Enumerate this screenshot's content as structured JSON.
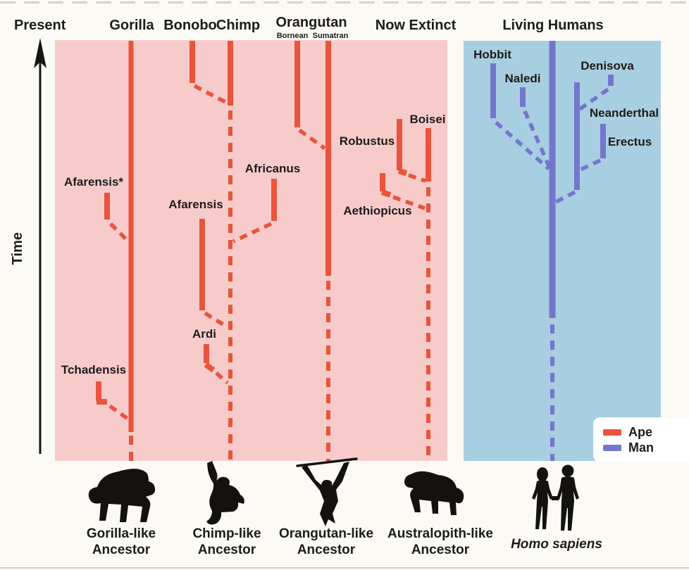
{
  "colors": {
    "ape_line": "#e8543c",
    "man_line": "#7277cc",
    "ape_bg": "#f8cbcb",
    "man_bg": "#a8cee1",
    "text": "#1d1c1a",
    "page_bg": "#fbfaf5",
    "legend_bg": "#ffffff"
  },
  "axis": {
    "present_label": "Present",
    "time_label": "Time"
  },
  "group_labels": {
    "gorilla": "Gorilla",
    "bonobo": "Bonobo",
    "chimp": "Chimp",
    "orangutan": "Orangutan",
    "bornean": "Bornean",
    "sumatran": "Sumatran",
    "now_extinct": "Now Extinct",
    "living_humans": "Living Humans"
  },
  "ape_species": {
    "afarensis_star": "Afarensis*",
    "afarensis": "Afarensis",
    "africanus": "Africanus",
    "tchadensis": "Tchadensis",
    "ardi": "Ardi",
    "robustus": "Robustus",
    "boisei": "Boisei",
    "aethiopicus": "Aethiopicus"
  },
  "human_species": {
    "hobbit": "Hobbit",
    "naledi": "Naledi",
    "denisova": "Denisova",
    "neanderthal": "Neanderthal",
    "erectus": "Erectus"
  },
  "legend": {
    "ape_label": "Ape",
    "man_label": "Man"
  },
  "ancestors": {
    "gorilla": {
      "line1": "Gorilla-like",
      "line2": "Ancestor"
    },
    "chimp": {
      "line1": "Chimp-like",
      "line2": "Ancestor"
    },
    "orangutan": {
      "line1": "Orangutan-like",
      "line2": "Ancestor"
    },
    "australopith": {
      "line1": "Australopith-like",
      "line2": "Ancestor"
    },
    "homo": {
      "line1": "Homo sapiens"
    }
  },
  "connections": [
    {
      "from": "Afarensis*",
      "to": "Gorilla lineage"
    },
    {
      "from": "Tchadensis",
      "to": "Gorilla lineage"
    },
    {
      "from": "Bonobo",
      "to": "Chimp lineage"
    },
    {
      "from": "Africanus",
      "to": "Chimp lineage"
    },
    {
      "from": "Afarensis",
      "to": "Chimp lineage"
    },
    {
      "from": "Ardi",
      "to": "Chimp lineage"
    },
    {
      "from": "Orangutan Bornean",
      "to": "Orangutan Sumatran lineage"
    },
    {
      "from": "Robustus",
      "to": "Now Extinct lineage"
    },
    {
      "from": "Aethiopicus",
      "to": "Now Extinct lineage"
    },
    {
      "from": "Boisei",
      "to": "Now Extinct lineage"
    },
    {
      "from": "Hobbit",
      "to": "Homo sapiens lineage"
    },
    {
      "from": "Naledi",
      "to": "Homo sapiens lineage"
    },
    {
      "from": "Denisova",
      "to": "Neanderthal lineage"
    },
    {
      "from": "Erectus",
      "to": "Neanderthal lineage"
    },
    {
      "from": "Neanderthal",
      "to": "Homo sapiens lineage"
    }
  ]
}
